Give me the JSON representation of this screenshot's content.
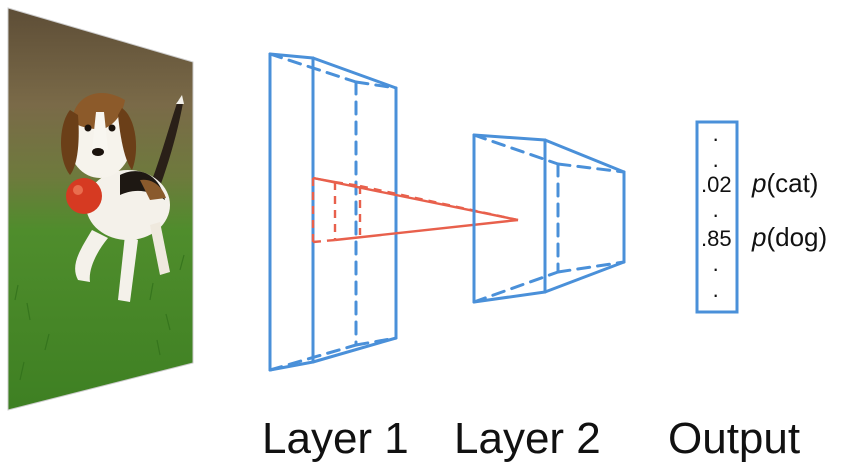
{
  "colors": {
    "layer_stroke": "#4a90d9",
    "receptive_field_stroke": "#e8604c",
    "caption_text": "#111111",
    "grass": "#3f8f2a",
    "background_blur": "#6b5a3a"
  },
  "image": {
    "icon": "dog-photo-icon"
  },
  "output": {
    "dots_top": "·",
    "cat_value": ".02",
    "cat_symbol": "p",
    "cat_label": "(cat)",
    "dot_mid": "·",
    "dog_value": ".85",
    "dog_symbol": "p",
    "dog_label": "(dog)",
    "dots_bottom": "·"
  },
  "captions": {
    "layer1": "Layer 1",
    "layer2": "Layer 2",
    "output": "Output"
  }
}
